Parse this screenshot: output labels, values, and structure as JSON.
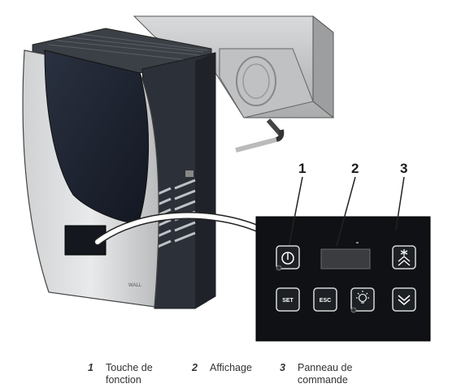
{
  "device_label": "WALL",
  "callouts": [
    {
      "number": "1"
    },
    {
      "number": "2"
    },
    {
      "number": "3"
    }
  ],
  "panel_buttons": {
    "set": "SET",
    "esc": "ESC"
  },
  "legend": [
    {
      "number": "1",
      "text": "Touche de fonction"
    },
    {
      "number": "2",
      "text": "Affichage"
    },
    {
      "number": "3",
      "text": "Panneau de commande"
    }
  ]
}
